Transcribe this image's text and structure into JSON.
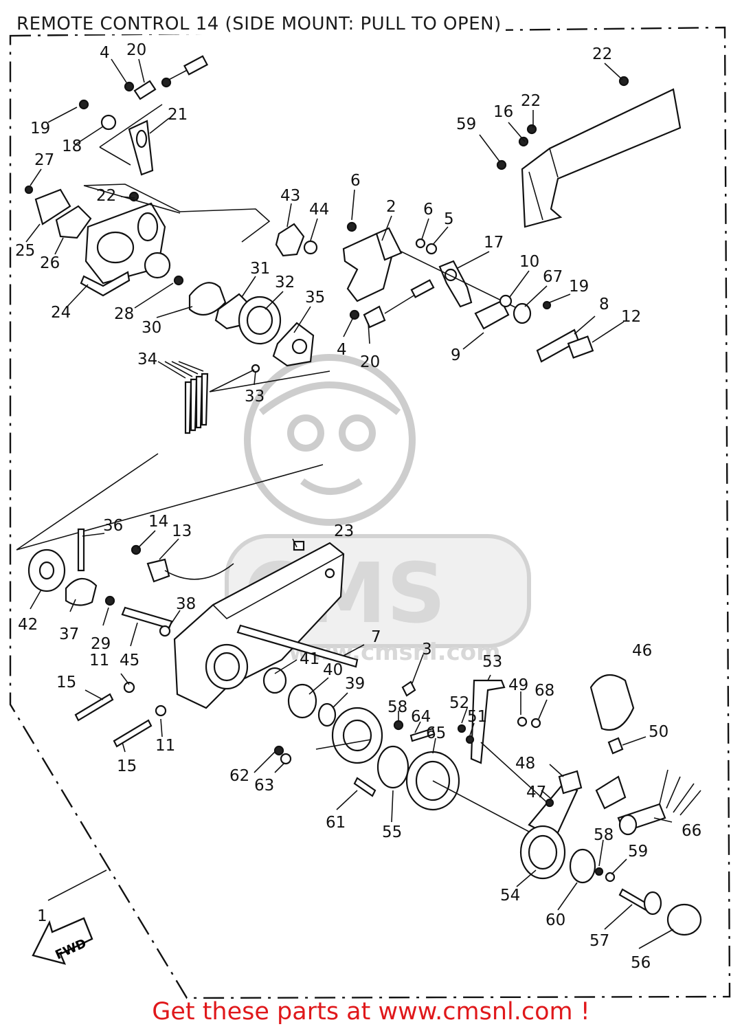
{
  "diagram": {
    "title": "REMOTE CONTROL 14 (SIDE MOUNT: PULL TO OPEN)",
    "fwd_label": "FWD",
    "footer": "Get these parts at www.cmsnl.com !",
    "watermark": {
      "brand": "CMS",
      "url": "www.cmsnl.com"
    },
    "colors": {
      "line": "#111111",
      "footer": "#e0181b",
      "watermark": "#c8c8c8"
    }
  },
  "callouts": [
    {
      "id": "c-4a",
      "text": "4"
    },
    {
      "id": "c-20a",
      "text": "20"
    },
    {
      "id": "c-19a",
      "text": "19"
    },
    {
      "id": "c-21",
      "text": "21"
    },
    {
      "id": "c-18",
      "text": "18"
    },
    {
      "id": "c-27",
      "text": "27"
    },
    {
      "id": "c-22a",
      "text": "22"
    },
    {
      "id": "c-25",
      "text": "25"
    },
    {
      "id": "c-26",
      "text": "26"
    },
    {
      "id": "c-24",
      "text": "24"
    },
    {
      "id": "c-28",
      "text": "28"
    },
    {
      "id": "c-30",
      "text": "30"
    },
    {
      "id": "c-31",
      "text": "31"
    },
    {
      "id": "c-32",
      "text": "32"
    },
    {
      "id": "c-35",
      "text": "35"
    },
    {
      "id": "c-43",
      "text": "43"
    },
    {
      "id": "c-44",
      "text": "44"
    },
    {
      "id": "c-34",
      "text": "34"
    },
    {
      "id": "c-33",
      "text": "33"
    },
    {
      "id": "c-6a",
      "text": "6"
    },
    {
      "id": "c-2",
      "text": "2"
    },
    {
      "id": "c-6b",
      "text": "6"
    },
    {
      "id": "c-5",
      "text": "5"
    },
    {
      "id": "c-17",
      "text": "17"
    },
    {
      "id": "c-10",
      "text": "10"
    },
    {
      "id": "c-67",
      "text": "67"
    },
    {
      "id": "c-19b",
      "text": "19"
    },
    {
      "id": "c-8",
      "text": "8"
    },
    {
      "id": "c-12",
      "text": "12"
    },
    {
      "id": "c-9",
      "text": "9"
    },
    {
      "id": "c-4b",
      "text": "4"
    },
    {
      "id": "c-20b",
      "text": "20"
    },
    {
      "id": "c-22b",
      "text": "22"
    },
    {
      "id": "c-16",
      "text": "16"
    },
    {
      "id": "c-22c",
      "text": "22"
    },
    {
      "id": "c-59a",
      "text": "59"
    },
    {
      "id": "c-36",
      "text": "36"
    },
    {
      "id": "c-14",
      "text": "14"
    },
    {
      "id": "c-13",
      "text": "13"
    },
    {
      "id": "c-23",
      "text": "23"
    },
    {
      "id": "c-42",
      "text": "42"
    },
    {
      "id": "c-37",
      "text": "37"
    },
    {
      "id": "c-29",
      "text": "29"
    },
    {
      "id": "c-45",
      "text": "45"
    },
    {
      "id": "c-38",
      "text": "38"
    },
    {
      "id": "c-7",
      "text": "7"
    },
    {
      "id": "c-11a",
      "text": "11"
    },
    {
      "id": "c-15a",
      "text": "15"
    },
    {
      "id": "c-15b",
      "text": "15"
    },
    {
      "id": "c-11b",
      "text": "11"
    },
    {
      "id": "c-41",
      "text": "41"
    },
    {
      "id": "c-40",
      "text": "40"
    },
    {
      "id": "c-39",
      "text": "39"
    },
    {
      "id": "c-3",
      "text": "3"
    },
    {
      "id": "c-53",
      "text": "53"
    },
    {
      "id": "c-46",
      "text": "46"
    },
    {
      "id": "c-49",
      "text": "49"
    },
    {
      "id": "c-68",
      "text": "68"
    },
    {
      "id": "c-58a",
      "text": "58"
    },
    {
      "id": "c-64",
      "text": "64"
    },
    {
      "id": "c-52",
      "text": "52"
    },
    {
      "id": "c-51",
      "text": "51"
    },
    {
      "id": "c-65",
      "text": "65"
    },
    {
      "id": "c-50",
      "text": "50"
    },
    {
      "id": "c-48",
      "text": "48"
    },
    {
      "id": "c-47",
      "text": "47"
    },
    {
      "id": "c-62",
      "text": "62"
    },
    {
      "id": "c-63",
      "text": "63"
    },
    {
      "id": "c-61",
      "text": "61"
    },
    {
      "id": "c-55",
      "text": "55"
    },
    {
      "id": "c-66",
      "text": "66"
    },
    {
      "id": "c-58b",
      "text": "58"
    },
    {
      "id": "c-59b",
      "text": "59"
    },
    {
      "id": "c-54",
      "text": "54"
    },
    {
      "id": "c-60",
      "text": "60"
    },
    {
      "id": "c-57",
      "text": "57"
    },
    {
      "id": "c-56",
      "text": "56"
    },
    {
      "id": "c-1",
      "text": "1"
    }
  ]
}
